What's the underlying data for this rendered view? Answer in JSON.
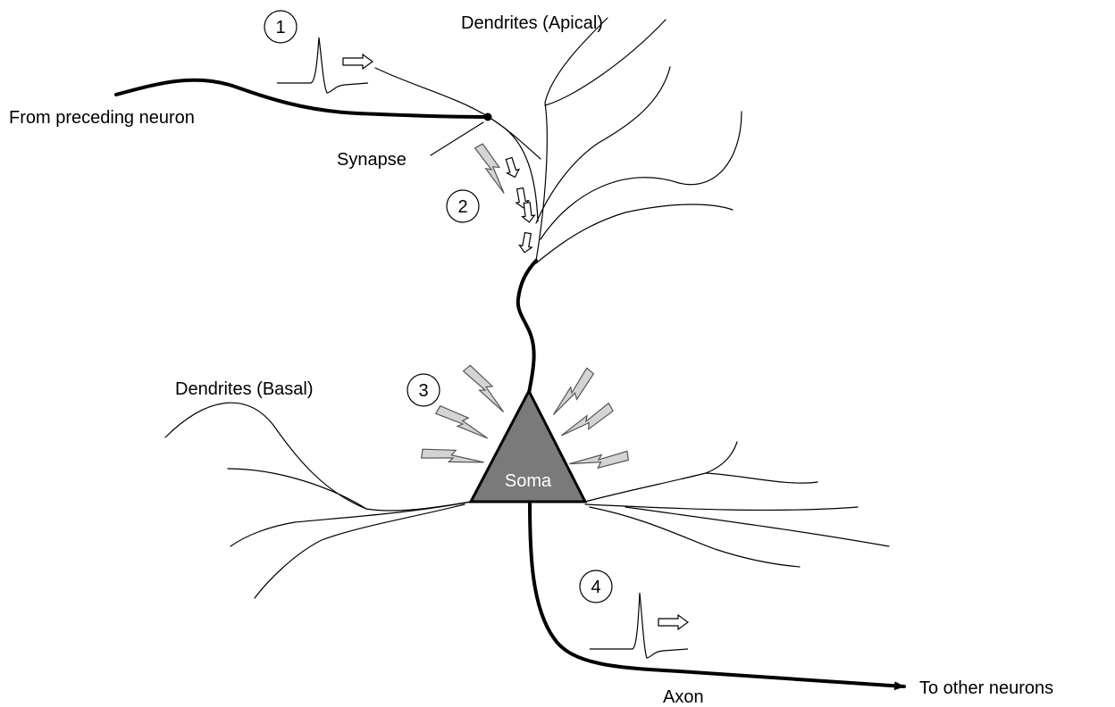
{
  "labels": {
    "dendrites_apical": "Dendrites (Apical)",
    "from_preceding": "From preceding neuron",
    "synapse": "Synapse",
    "dendrites_basal": "Dendrites (Basal)",
    "soma": "Soma",
    "axon": "Axon",
    "to_other": "To other neurons"
  },
  "steps": [
    "1",
    "2",
    "3",
    "4"
  ],
  "colors": {
    "soma_fill": "#7a7a7a",
    "bolt_fill": "#d4d4d4",
    "line": "#000000"
  }
}
